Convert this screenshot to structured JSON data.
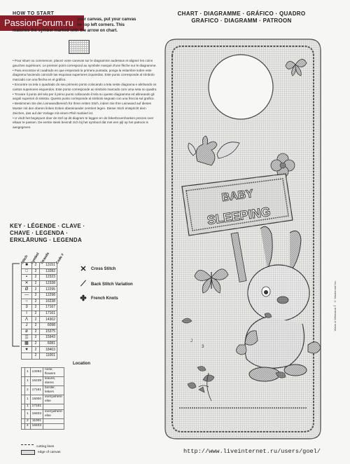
{
  "watermark": "PassionForum.ru",
  "how_to": {
    "heading": "HOW TO START",
    "line1": "your canvas, put your canvas",
    "line2": "he top left corners. This",
    "line3": "matches the symbol marked with the arrow on chart."
  },
  "instructions": [
    "• Pour situer ou commencer, placez votre canevas sur le diagramme audessus et alignez les coins gauches supérieurs. Le premier point correspond au symbole marqué d'une flèche sur le diagramme.",
    "• Para encontrar el cuadrado en que empezará la primera puntada, ponga la estambre sobre este diagrama haciendo coincidir las esquinas superiores izquierdas. Este punto corresponde al símbolo marcado con una flecha en el gráfico.",
    "• Encontre na tela o quadrado do seu primeiro ponto colocando a tela neste diagrama e alinhando os cantos superiores esquerdos. Este ponto corresponde ao símbolo marcado com uma seta no quadro.",
    "• Trovare il punto del tela per il primo punto collocando il tela su questo diagramma ed allineando gli angoli superiori di sinistra. Questo punto corrisponde al simbolo segnato con una freccia sul grafico.",
    "• Bestimmen Sie den Leinwandbereich für Ihren ersten Stich, indem Sie Ihre Leinwand auf dieses Muster mit den oberen linken Ecken übereinander zentriert legen. Dieser Stich entspricht dem Zeichen, das auf der Vorlage mit einem Pfeil markiert ist.",
    "• U vindt het beginpunt door de stof op dit diagram te leggen en de linkerbovenhoeken precies over elkaar te passen. De eerste steek bevindt zich bij het symbool dat met een pijl op het patroon is aangegeven."
  ],
  "key": {
    "heading": [
      "KEY · LÉGENDE · CLAVE ·",
      "CHAVE · LEGENDA ·",
      "ERKLÄRUNG · LEGENDA"
    ],
    "columns": [
      "Stitch",
      "Symbol",
      "Strands",
      "Code #"
    ],
    "rows": [
      {
        "sym": "■",
        "n": "2",
        "code": "13151"
      },
      {
        "sym": "□",
        "n": "2",
        "code": "13282"
      },
      {
        "sym": "▪",
        "n": "2",
        "code": "12323"
      },
      {
        "sym": "✕",
        "n": "2",
        "code": "12338"
      },
      {
        "sym": "Ø",
        "n": "2",
        "code": "12295"
      },
      {
        "sym": "—",
        "n": "2",
        "code": "12298"
      },
      {
        "sym": "○",
        "n": "2",
        "code": "16238"
      },
      {
        "sym": "3",
        "n": "2",
        "code": "17167"
      },
      {
        "sym": "l",
        "n": "2",
        "code": "17161"
      },
      {
        "sym": "Λ",
        "n": "2",
        "code": "14302"
      },
      {
        "sym": "J",
        "n": "2",
        "code": "6098"
      },
      {
        "sym": "ø",
        "n": "2",
        "code": "15375"
      },
      {
        "sym": "▒",
        "n": "2",
        "code": "15943"
      },
      {
        "sym": "▩",
        "n": "2",
        "code": "6081"
      },
      {
        "sym": "♥",
        "n": "2",
        "code": "18403"
      },
      {
        "sym": "",
        "n": "2",
        "code": "11001"
      }
    ],
    "legend": {
      "cross": "Cross Stitch",
      "back": "Back Stitch Variation",
      "french": "French Knots"
    }
  },
  "location": {
    "heading": "Location",
    "rows": [
      {
        "n": "1",
        "code": "13283",
        "loc": "nose, flowers"
      },
      {
        "n": "1",
        "code": "16239",
        "loc": "leaves, stems"
      },
      {
        "n": "2",
        "code": "17161",
        "loc": "border, letters"
      },
      {
        "n": "1",
        "code": "15000",
        "loc": "everywhere else"
      },
      {
        "n": "1",
        "code": "17161",
        "loc": ""
      },
      {
        "n": "1",
        "code": "18403",
        "loc": "everywhere else"
      },
      {
        "n": "2",
        "code": "11001",
        "loc": ""
      },
      {
        "n": "4",
        "code": "18403",
        "loc": ""
      }
    ]
  },
  "lines": {
    "cut": "cutting lines",
    "edge": "edge of canvas"
  },
  "chart": {
    "heading": [
      "CHART · DIAGRAMME · GRÁFICO · QUADRO",
      "GRAFICO · DIAGRAMM · PATROON"
    ],
    "sign": "BABY SLEEPING",
    "credit": "Warm & Whimsical™ © Mastercraf Inc."
  },
  "url": "http://www.liveinternet.ru/users/goel/"
}
